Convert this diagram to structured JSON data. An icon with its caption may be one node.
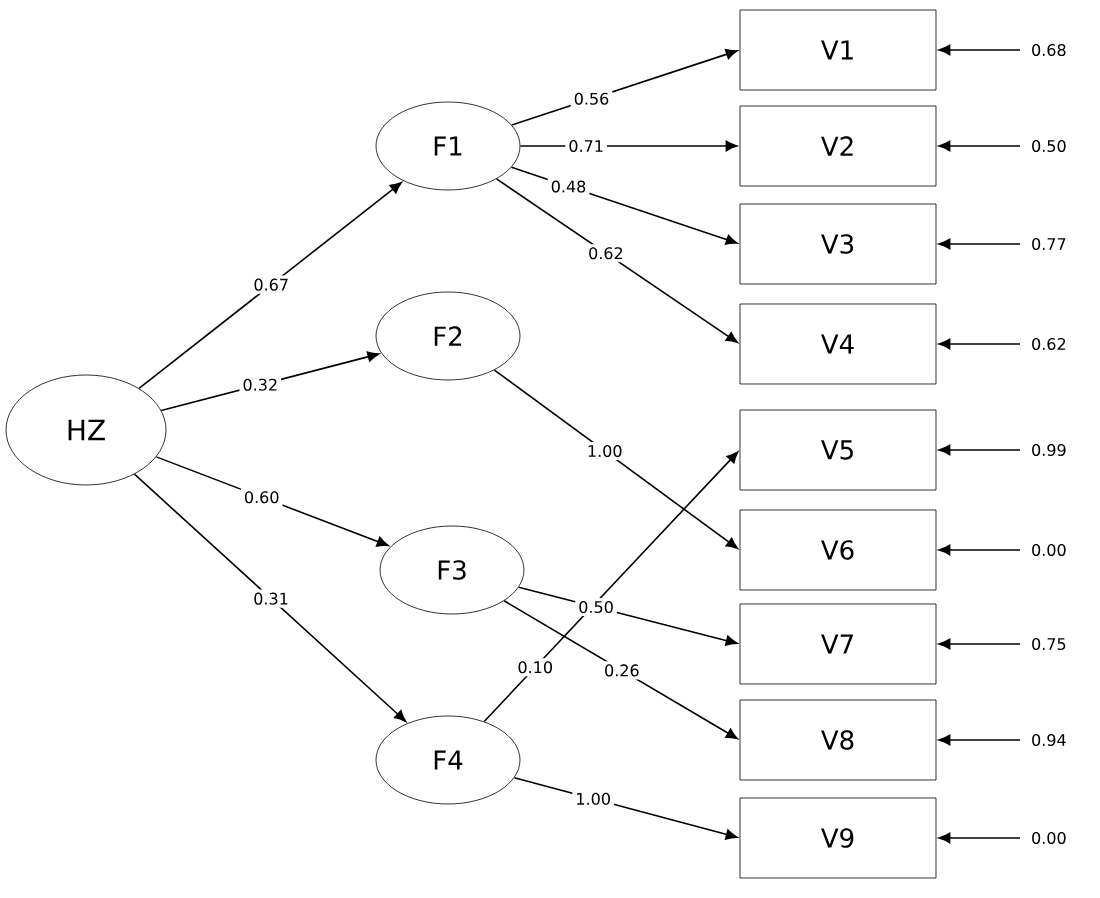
{
  "diagram": {
    "nodes": [
      {
        "text": [
          "HZ"
        ]
      },
      {
        "text": [
          "F1"
        ]
      },
      {
        "text": [
          "F2"
        ]
      },
      {
        "text": [
          "F3"
        ]
      },
      {
        "text": [
          "F4"
        ]
      },
      {
        "text": [
          "V1"
        ]
      },
      {
        "text": [
          "V2"
        ]
      },
      {
        "text": [
          "V3"
        ]
      },
      {
        "text": [
          "V4"
        ]
      },
      {
        "text": [
          "V5"
        ]
      },
      {
        "text": [
          "V6"
        ]
      },
      {
        "text": [
          "V7"
        ]
      },
      {
        "text": [
          "V8"
        ]
      },
      {
        "text": [
          "V9"
        ]
      }
    ],
    "edges": [
      {
        "from": 0,
        "to": 1,
        "arrow": "to",
        "label": "0.67"
      },
      {
        "from": 0,
        "to": 2,
        "arrow": "to",
        "label": "0.32"
      },
      {
        "from": 0,
        "to": 3,
        "arrow": "to",
        "label": "0.60"
      },
      {
        "from": 0,
        "to": 4,
        "arrow": "to",
        "label": "0.31"
      },
      {
        "from": 1,
        "to": 5,
        "arrow": "to",
        "label": "0.56"
      },
      {
        "from": 1,
        "to": 6,
        "arrow": "to",
        "label": "0.71"
      },
      {
        "from": 1,
        "to": 7,
        "arrow": "to",
        "label": "0.48"
      },
      {
        "from": 1,
        "to": 8,
        "arrow": "to",
        "label": "0.62"
      },
      {
        "from": 2,
        "to": 10,
        "arrow": "to",
        "label": "1.00"
      },
      {
        "from": 4,
        "to": 9,
        "arrow": "to",
        "label": "0.10"
      },
      {
        "from": 3,
        "to": 11,
        "arrow": "to",
        "label": "0.50"
      },
      {
        "from": 3,
        "to": 12,
        "arrow": "to",
        "label": "0.26"
      },
      {
        "from": 4,
        "to": 13,
        "arrow": "to",
        "label": "1.00"
      },
      {
        "from": null,
        "to": 5,
        "arrow": "to",
        "label": "0.68"
      },
      {
        "from": null,
        "to": 6,
        "arrow": "to",
        "label": "0.50"
      },
      {
        "from": null,
        "to": 7,
        "arrow": "to",
        "label": "0.77"
      },
      {
        "from": null,
        "to": 8,
        "arrow": "to",
        "label": "0.62"
      },
      {
        "from": null,
        "to": 9,
        "arrow": "to",
        "label": "0.99"
      },
      {
        "from": null,
        "to": 10,
        "arrow": "to",
        "label": "0.00"
      },
      {
        "from": null,
        "to": 11,
        "arrow": "to",
        "label": "0.75"
      },
      {
        "from": null,
        "to": 12,
        "arrow": "to",
        "label": "0.94"
      },
      {
        "from": null,
        "to": 13,
        "arrow": "to",
        "label": "0.00"
      }
    ]
  }
}
